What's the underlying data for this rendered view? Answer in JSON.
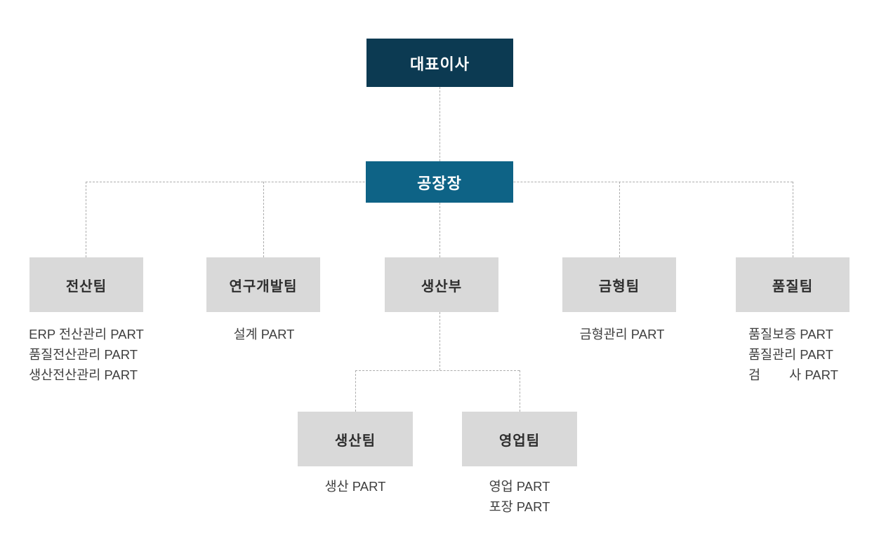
{
  "chart": {
    "ceo": {
      "label": "대표이사"
    },
    "factory_manager": {
      "label": "공장장"
    },
    "departments": [
      {
        "label": "전산팀",
        "parts": [
          "ERP 전산관리 PART",
          "품질전산관리 PART",
          "생산전산관리 PART"
        ]
      },
      {
        "label": "연구개발팀",
        "parts": [
          "설계 PART"
        ]
      },
      {
        "label": "생산부",
        "parts": []
      },
      {
        "label": "금형팀",
        "parts": [
          "금형관리 PART"
        ]
      },
      {
        "label": "품질팀",
        "parts": [
          "품질보증 PART",
          "품질관리 PART",
          "검        사 PART"
        ]
      }
    ],
    "production_sub_teams": [
      {
        "label": "생산팀",
        "parts": [
          "생산 PART"
        ]
      },
      {
        "label": "영업팀",
        "parts": [
          "영업 PART",
          "포장 PART"
        ]
      }
    ],
    "colors": {
      "ceo_box_bg": "#0c3a52",
      "factory_manager_box_bg": "#0e6386",
      "team_box_bg": "#d9d9d9",
      "box_title_text": "#2e2e2e",
      "part_text": "#3f3f3f",
      "connector_line": "#adadad",
      "background": "#ffffff"
    }
  }
}
